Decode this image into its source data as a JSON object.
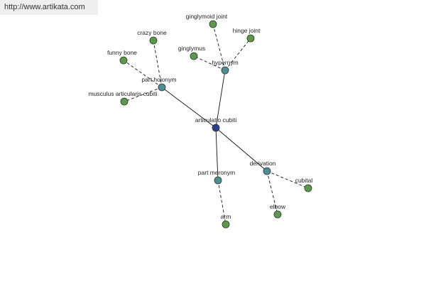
{
  "watermark": "http://www.artikata.com",
  "colors": {
    "center": "#2b3f8f",
    "relation": "#4e8e95",
    "term": "#5a9a48"
  },
  "nodes": [
    {
      "id": "articulatio-cubiti",
      "label": "articulatio cubiti",
      "kind": "center"
    },
    {
      "id": "part-holonym",
      "label": "part holonym",
      "kind": "relation"
    },
    {
      "id": "hypernym",
      "label": "hypernym",
      "kind": "relation"
    },
    {
      "id": "part-meronym",
      "label": "part meronym",
      "kind": "relation"
    },
    {
      "id": "derivation",
      "label": "derivation",
      "kind": "relation"
    },
    {
      "id": "crazy-bone",
      "label": "crazy bone",
      "kind": "term"
    },
    {
      "id": "funny-bone",
      "label": "funny bone",
      "kind": "term"
    },
    {
      "id": "musculus-articularis-cubiti",
      "label": "musculus articularis cubiti",
      "kind": "term"
    },
    {
      "id": "ginglymoid-joint",
      "label": "ginglymoid joint",
      "kind": "term"
    },
    {
      "id": "hinge-joint",
      "label": "hinge joint",
      "kind": "term"
    },
    {
      "id": "ginglymus",
      "label": "ginglymus",
      "kind": "term"
    },
    {
      "id": "arm",
      "label": "arm",
      "kind": "term"
    },
    {
      "id": "elbow",
      "label": "elbow",
      "kind": "term"
    },
    {
      "id": "cubital",
      "label": "cubital",
      "kind": "term"
    }
  ],
  "edges": [
    {
      "from": "articulatio-cubiti",
      "to": "part-holonym",
      "style": "solid"
    },
    {
      "from": "articulatio-cubiti",
      "to": "hypernym",
      "style": "solid"
    },
    {
      "from": "articulatio-cubiti",
      "to": "part-meronym",
      "style": "solid"
    },
    {
      "from": "articulatio-cubiti",
      "to": "derivation",
      "style": "solid"
    },
    {
      "from": "part-holonym",
      "to": "crazy-bone",
      "style": "dashed"
    },
    {
      "from": "part-holonym",
      "to": "funny-bone",
      "style": "dashed"
    },
    {
      "from": "part-holonym",
      "to": "musculus-articularis-cubiti",
      "style": "dashed"
    },
    {
      "from": "hypernym",
      "to": "ginglymoid-joint",
      "style": "dashed"
    },
    {
      "from": "hypernym",
      "to": "hinge-joint",
      "style": "dashed"
    },
    {
      "from": "hypernym",
      "to": "ginglymus",
      "style": "dashed"
    },
    {
      "from": "part-meronym",
      "to": "arm",
      "style": "dashed"
    },
    {
      "from": "derivation",
      "to": "elbow",
      "style": "dashed"
    },
    {
      "from": "derivation",
      "to": "cubital",
      "style": "dashed"
    }
  ]
}
